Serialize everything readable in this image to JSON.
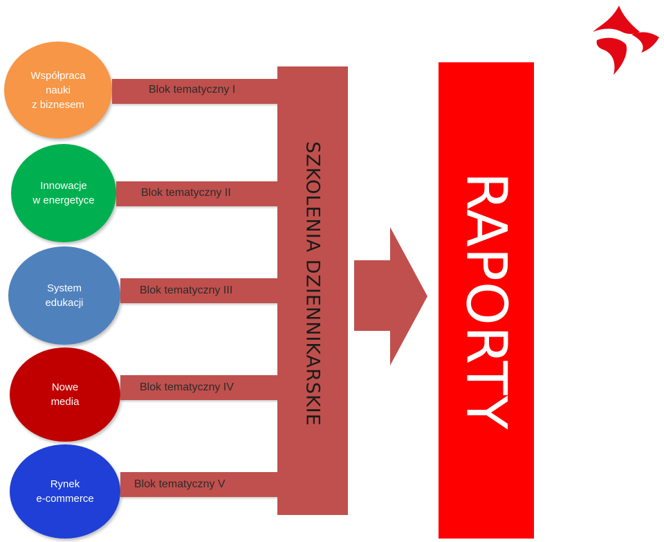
{
  "topics": [
    {
      "label": "Współpraca\nnauki\nz biznesem",
      "color": "#f79646",
      "text_color": "#ffffff"
    },
    {
      "label": "Innowacje\nw energetyce",
      "color": "#00b050",
      "text_color": "#ffffff"
    },
    {
      "label": "System\nedukacji",
      "color": "#4f81bd",
      "text_color": "#ffffff"
    },
    {
      "label": "Nowe\nmedia",
      "color": "#c00000",
      "text_color": "#ffffff"
    },
    {
      "label": "Rynek\ne-commerce",
      "color": "#1f3fd6",
      "text_color": "#ffffff"
    }
  ],
  "blocks": [
    {
      "label": "Blok tematyczny I"
    },
    {
      "label": "Blok tematyczny II"
    },
    {
      "label": "Blok tematyczny III"
    },
    {
      "label": "Blok tematyczny IV"
    },
    {
      "label": "Blok tematyczny V"
    }
  ],
  "training": {
    "label": "SZKOLENIA  DZIENNIKARSKIE"
  },
  "reports": {
    "label": "RAPORTY"
  },
  "colors": {
    "connector": "#c0504d",
    "training_bar": "#c0504d",
    "arrow": "#c0504d",
    "reports_bar": "#ff0000",
    "logo": "#e30613"
  }
}
